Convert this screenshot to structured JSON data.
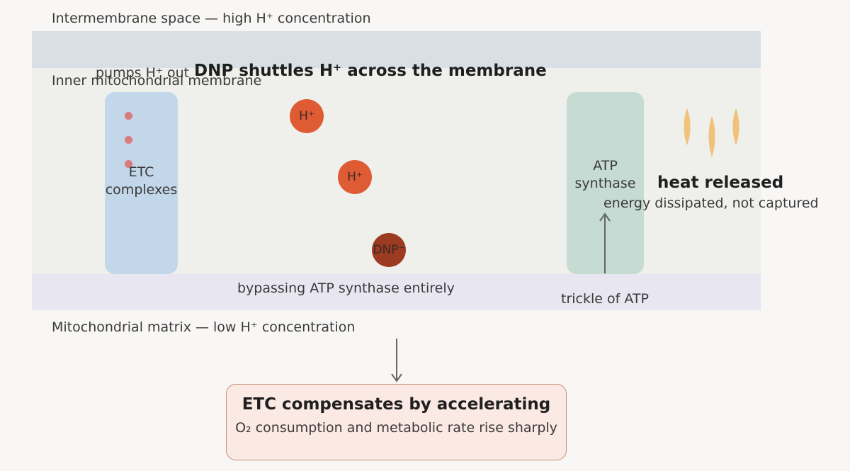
{
  "labels": {
    "intermembrane": "Intermembrane space — high H⁺ concentration",
    "inner_membrane": "Inner mitochondrial membrane",
    "matrix": "Mitochondrial matrix — low H⁺ concentration",
    "pumps_out": "pumps H⁺ out",
    "dnp_title": "DNP shuttles H⁺ across the membrane",
    "bypass": "bypassing ATP synthase entirely",
    "trickle": "trickle of ATP",
    "heat_title": "heat released",
    "heat_sub": "energy dissipated, not captured"
  },
  "etc": {
    "line1": "ETC",
    "line2": "complexes"
  },
  "atp_synthase": {
    "line1": "ATP",
    "line2": "synthase"
  },
  "ions": {
    "h1": "H⁺",
    "h2": "H⁺",
    "dnp": "DNP⁻"
  },
  "result": {
    "title": "ETC compensates by accelerating",
    "subtitle": "O₂ consumption and metabolic rate rise sharply"
  },
  "colors": {
    "h_ion": "#de5b34",
    "dnp": "#9c3a22",
    "etc_dot": "#d97a7d",
    "flame": "#f0c27a"
  }
}
